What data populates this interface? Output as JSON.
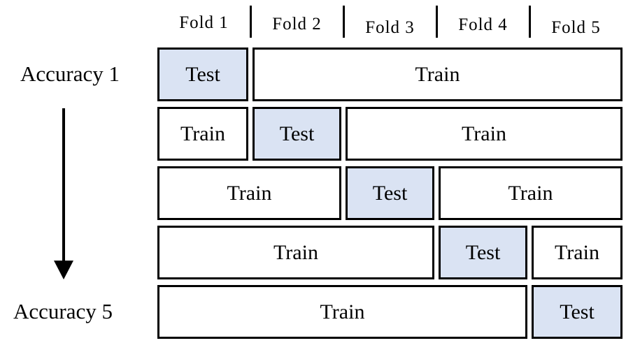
{
  "diagram": {
    "folds": [
      {
        "label": "Fold 1"
      },
      {
        "label": "Fold 2"
      },
      {
        "label": "Fold 3"
      },
      {
        "label": "Fold 4"
      },
      {
        "label": "Fold 5"
      }
    ],
    "accuracy_top_label": "Accuracy 1",
    "accuracy_bottom_label": "Accuracy 5",
    "rows": [
      {
        "segments": [
          {
            "label": "Test",
            "type": "test",
            "fold_start": 1,
            "fold_end": 1
          },
          {
            "label": "Train",
            "type": "train",
            "fold_start": 2,
            "fold_end": 5
          }
        ]
      },
      {
        "segments": [
          {
            "label": "Train",
            "type": "train",
            "fold_start": 1,
            "fold_end": 1
          },
          {
            "label": "Test",
            "type": "test",
            "fold_start": 2,
            "fold_end": 2
          },
          {
            "label": "Train",
            "type": "train",
            "fold_start": 3,
            "fold_end": 5
          }
        ]
      },
      {
        "segments": [
          {
            "label": "Train",
            "type": "train",
            "fold_start": 1,
            "fold_end": 2
          },
          {
            "label": "Test",
            "type": "test",
            "fold_start": 3,
            "fold_end": 3
          },
          {
            "label": "Train",
            "type": "train",
            "fold_start": 4,
            "fold_end": 5
          }
        ]
      },
      {
        "segments": [
          {
            "label": "Train",
            "type": "train",
            "fold_start": 1,
            "fold_end": 3
          },
          {
            "label": "Test",
            "type": "test",
            "fold_start": 4,
            "fold_end": 4
          },
          {
            "label": "Train",
            "type": "train",
            "fold_start": 5,
            "fold_end": 5
          }
        ]
      },
      {
        "segments": [
          {
            "label": "Train",
            "type": "train",
            "fold_start": 1,
            "fold_end": 4
          },
          {
            "label": "Test",
            "type": "test",
            "fold_start": 5,
            "fold_end": 5
          }
        ]
      }
    ],
    "colors": {
      "test_fill": "#dae3f3",
      "train_fill": "#ffffff",
      "border": "#000000",
      "text": "#000000"
    }
  }
}
